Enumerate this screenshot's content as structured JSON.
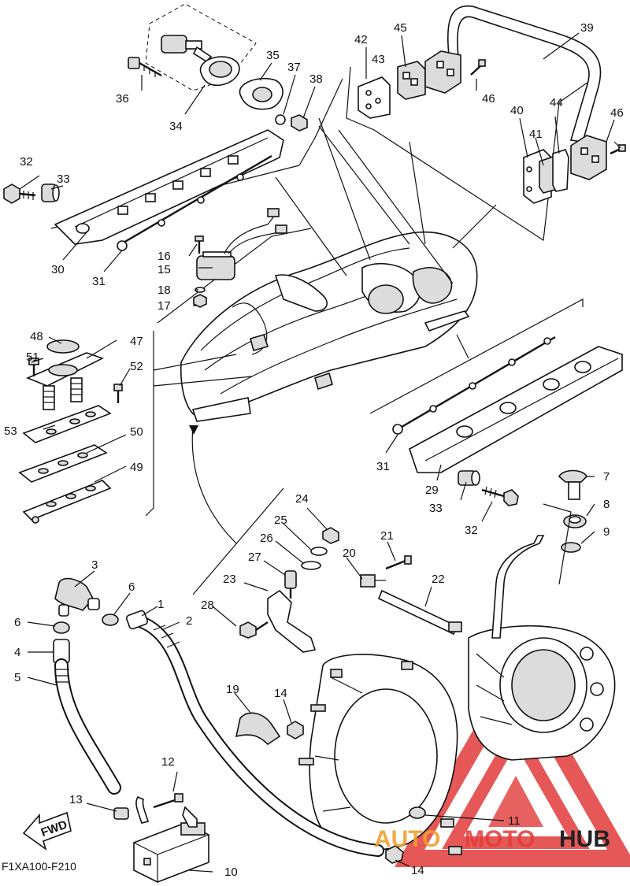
{
  "diagram_code": "F1XA100-F210",
  "fwd_label": "FWD",
  "watermark": {
    "part1": "AUTO",
    "part2": "MOTO",
    "part3": "HUB",
    "color_main": "#e23a3a",
    "color_auto": "#f0a030",
    "color_hub": "#222222"
  },
  "part_numbers": {
    "p1": "1",
    "p2": "2",
    "p3": "3",
    "p4": "4",
    "p5": "5",
    "p6a": "6",
    "p6b": "6",
    "p7": "7",
    "p8": "8",
    "p9": "9",
    "p10": "10",
    "p11": "11",
    "p12": "12",
    "p13": "13",
    "p14a": "14",
    "p14b": "14",
    "p15": "15",
    "p16": "16",
    "p17": "17",
    "p18": "18",
    "p19": "19",
    "p20": "20",
    "p21": "21",
    "p22": "22",
    "p23": "23",
    "p24": "24",
    "p25": "25",
    "p26": "26",
    "p27": "27",
    "p28": "28",
    "p29": "29",
    "p30": "30",
    "p31a": "31",
    "p31b": "31",
    "p32a": "32",
    "p32b": "32",
    "p33a": "33",
    "p33b": "33",
    "p34": "34",
    "p35": "35",
    "p36": "36",
    "p37": "37",
    "p38": "38",
    "p39": "39",
    "p40": "40",
    "p41": "41",
    "p42": "42",
    "p43": "43",
    "p44": "44",
    "p45": "45",
    "p46a": "46",
    "p46b": "46",
    "p47": "47",
    "p48": "48",
    "p49": "49",
    "p50": "50",
    "p51": "51",
    "p52": "52",
    "p53": "53"
  }
}
